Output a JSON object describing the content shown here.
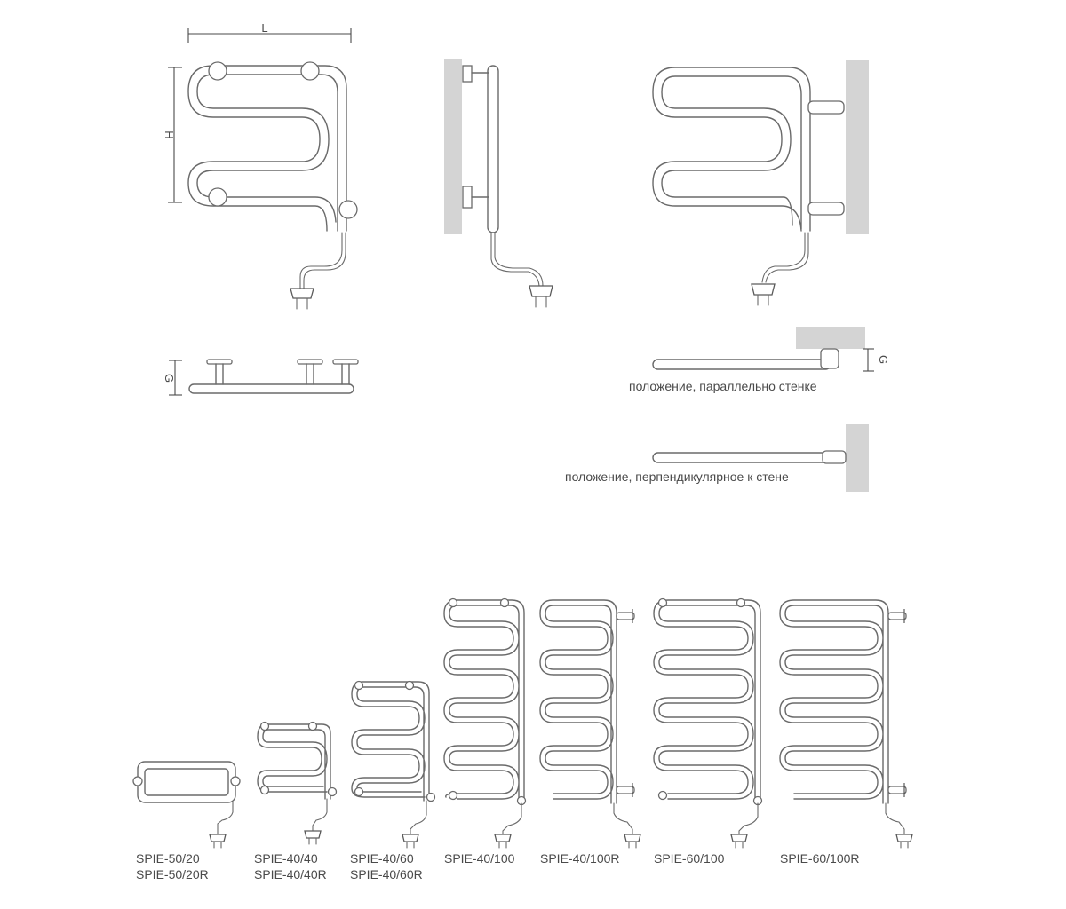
{
  "dimensions": {
    "length": "L",
    "height": "H",
    "gap_side": "G",
    "gap_top": "G"
  },
  "positions": {
    "parallel": "положение, параллельно стенке",
    "perpendicular": "положение, перпендикулярное к стене"
  },
  "models": [
    {
      "line1": "SPIE-50/20",
      "line2": "SPIE-50/20R"
    },
    {
      "line1": "SPIE-40/40",
      "line2": "SPIE-40/40R"
    },
    {
      "line1": "SPIE-40/60",
      "line2": "SPIE-40/60R"
    },
    {
      "line1": "SPIE-40/100",
      "line2": ""
    },
    {
      "line1": "SPIE-40/100R",
      "line2": ""
    },
    {
      "line1": "SPIE-60/100",
      "line2": ""
    },
    {
      "line1": "SPIE-60/100R",
      "line2": ""
    }
  ],
  "colors": {
    "line": "#6a6a6a",
    "wall": "#d4d4d4",
    "text": "#4a4a4a"
  }
}
